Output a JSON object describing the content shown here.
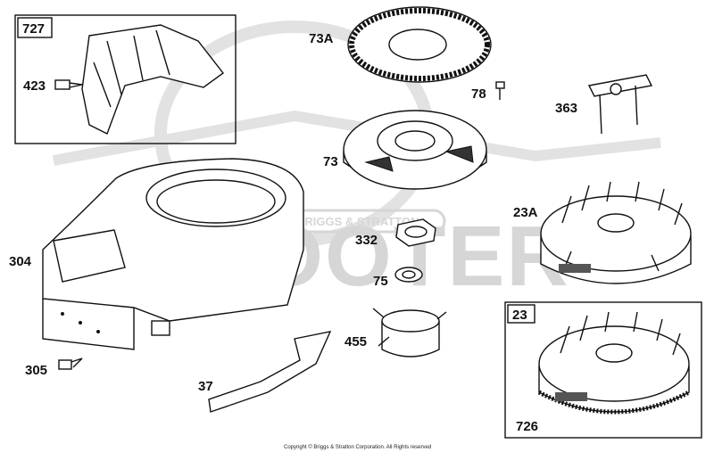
{
  "labels": {
    "p727": "727",
    "p423": "423",
    "p73a": "73A",
    "p78": "78",
    "p363": "363",
    "p73": "73",
    "p23a": "23A",
    "p304": "304",
    "p332": "332",
    "p75": "75",
    "p455": "455",
    "p23": "23",
    "p305": "305",
    "p37": "37",
    "p726": "726"
  },
  "copyright": "Copyright © Briggs & Stratton Corporation. All Rights reserved",
  "watermark": {
    "word": "SCOOTER",
    "badge": "BRIGGS & STRATTON"
  },
  "colors": {
    "line": "#111111",
    "watermark": "#d6d6d6",
    "background": "#ffffff"
  }
}
